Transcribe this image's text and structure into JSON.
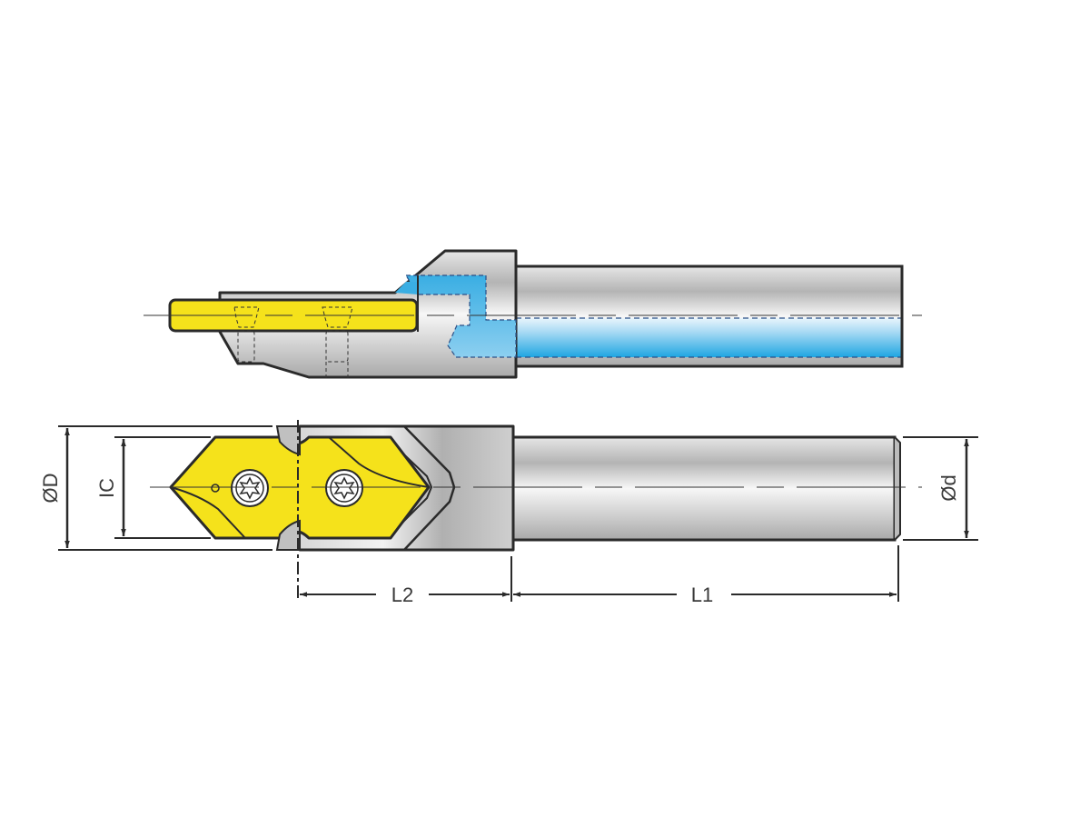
{
  "drawing": {
    "title": "Indexable insert drill/chamfer tool with coolant channel",
    "views": [
      "side-section-view",
      "top-view"
    ],
    "dimensions": {
      "outer_diameter": "ØD",
      "inscribed_circle": "IC",
      "shank_diameter": "Ød",
      "head_length": "L2",
      "shank_length": "L1"
    },
    "colors": {
      "insert": "#f5e21b",
      "holder": "#c4c4c4",
      "coolant": "#29a8e0",
      "outline": "#2a2a2a",
      "background": "#ffffff"
    }
  }
}
